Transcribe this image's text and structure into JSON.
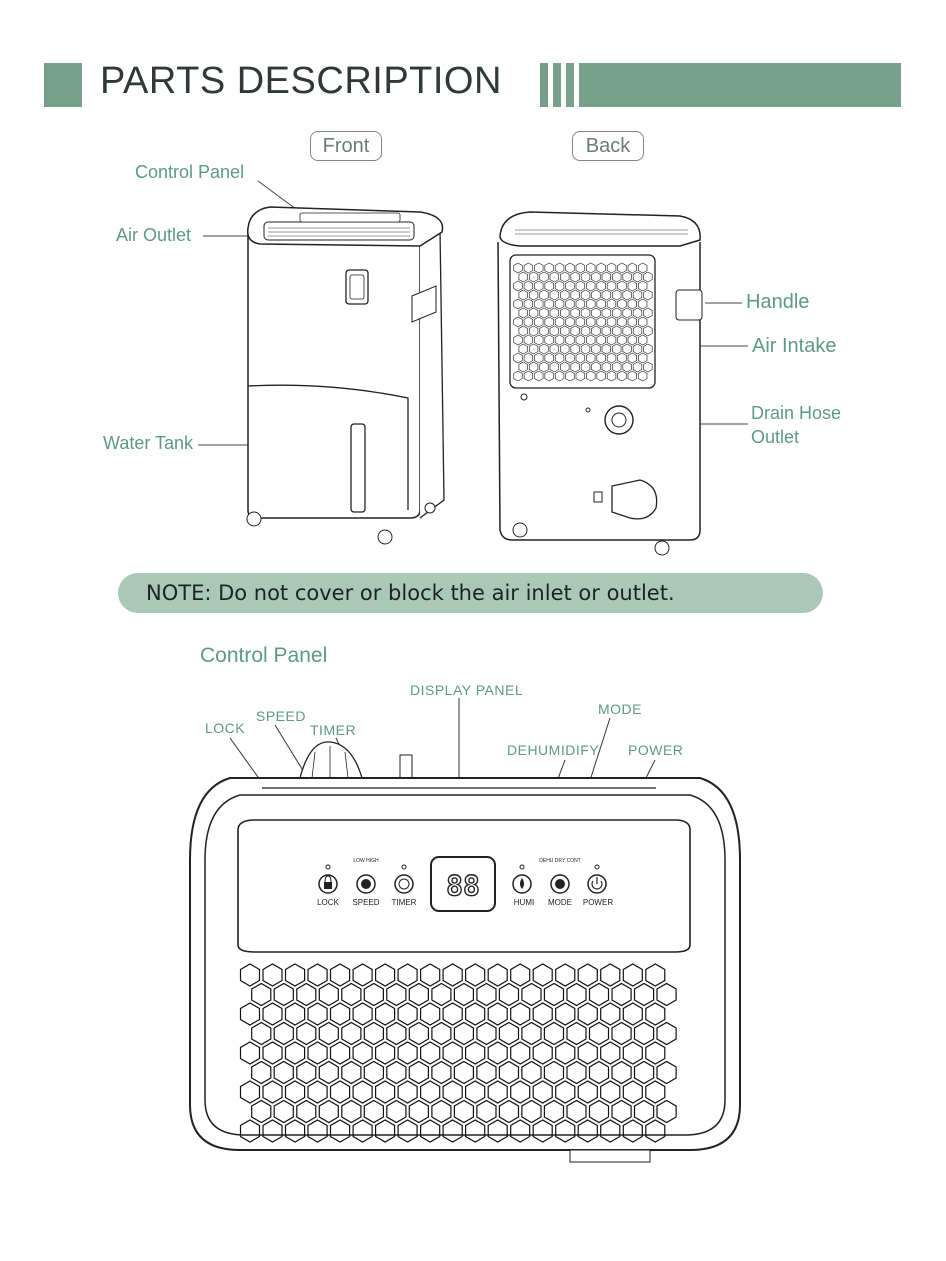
{
  "header": {
    "title": "PARTS DESCRIPTION"
  },
  "views": {
    "front": "Front",
    "back": "Back"
  },
  "front_labels": {
    "control_panel": "Control Panel",
    "air_outlet": "Air Outlet",
    "water_tank": "Water Tank"
  },
  "back_labels": {
    "handle": "Handle",
    "air_intake": "Air Intake",
    "drain_hose_1": "Drain Hose",
    "drain_hose_2": "Outlet"
  },
  "note": "NOTE: Do not cover or block the air inlet or outlet.",
  "control_panel": {
    "heading": "Control  Panel",
    "callouts": {
      "display_panel": "DISPLAY PANEL",
      "speed": "SPEED",
      "lock": "LOCK",
      "timer": "TIMER",
      "mode": "MODE",
      "dehumidify": "DEHUMIDIFY",
      "power": "POWER"
    },
    "buttons": {
      "lock": "LOCK",
      "speed": "SPEED",
      "timer": "TIMER",
      "humi": "HUMI",
      "mode": "MODE",
      "power": "POWER"
    },
    "speed_options": "LOW HIGH",
    "mode_options": "DEHU DRY CONT",
    "display_value": "88"
  },
  "colors": {
    "accent": "#78a08c",
    "label": "#5e9a82",
    "note_bg": "#a9c8b8"
  }
}
